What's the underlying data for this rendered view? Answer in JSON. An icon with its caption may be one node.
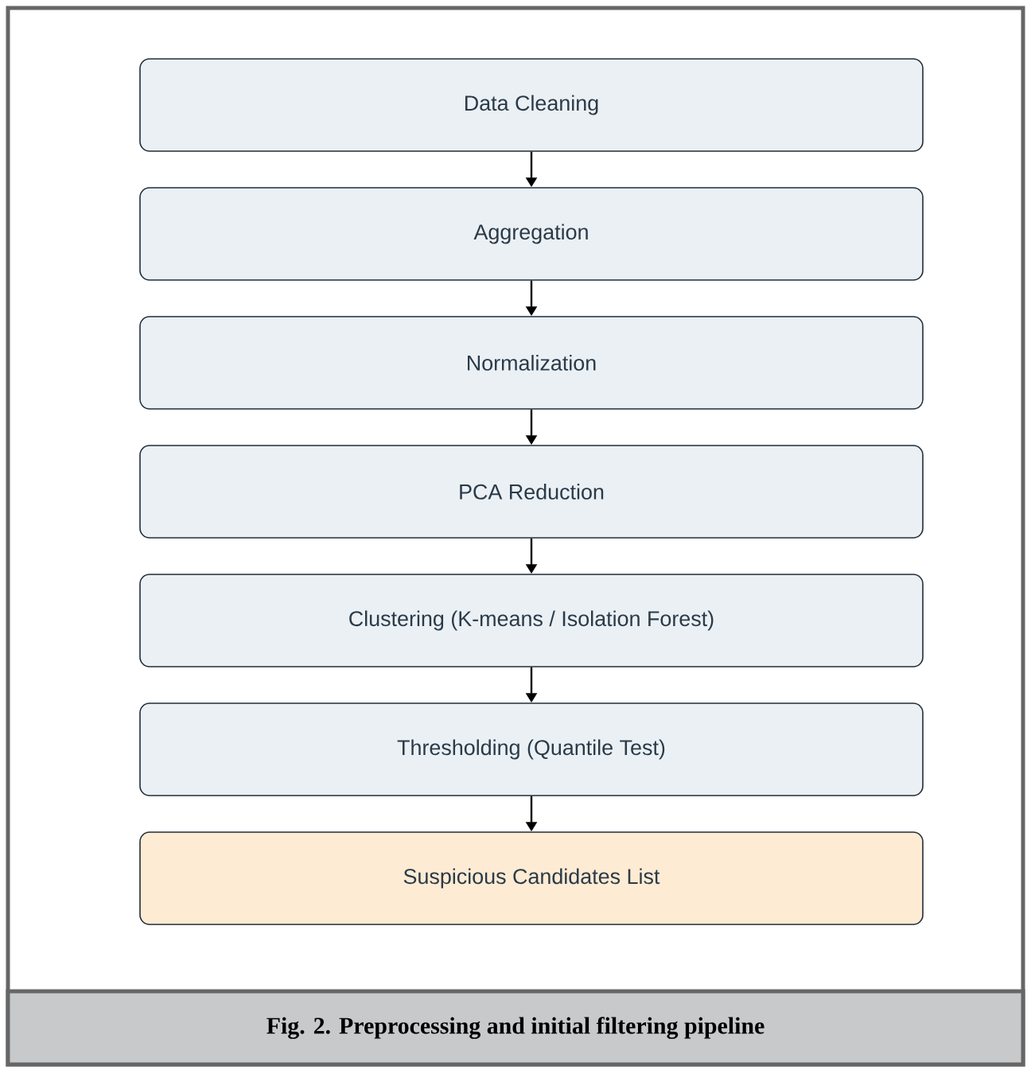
{
  "diagram": {
    "caption": "Fig. 2. Preprocessing and initial filtering pipeline",
    "nodes": [
      {
        "text": [
          "Data Cleaning"
        ]
      },
      {
        "text": [
          "Aggregation"
        ]
      },
      {
        "text": [
          "Normalization"
        ]
      },
      {
        "text": [
          "PCA Reduction"
        ]
      },
      {
        "text": [
          "Clustering (K-means / Isolation Forest)"
        ]
      },
      {
        "text": [
          "Thresholding (Quantile Test)"
        ]
      },
      {
        "text": [
          "Suspicious Candidates List"
        ]
      }
    ],
    "edges": [
      {
        "from": 0,
        "to": 1,
        "arrow": "to"
      },
      {
        "from": 1,
        "to": 2,
        "arrow": "to"
      },
      {
        "from": 2,
        "to": 3,
        "arrow": "to"
      },
      {
        "from": 3,
        "to": 4,
        "arrow": "to"
      },
      {
        "from": 4,
        "to": 5,
        "arrow": "to"
      },
      {
        "from": 5,
        "to": 6,
        "arrow": "to"
      }
    ]
  }
}
